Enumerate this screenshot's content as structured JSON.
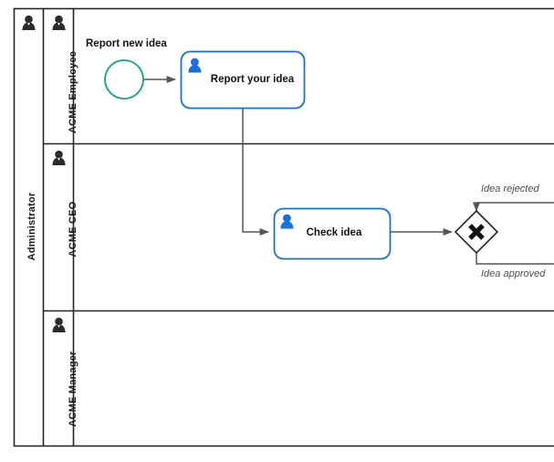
{
  "diagram": {
    "type": "bpmn-collaboration",
    "pool": {
      "name": "Administrator",
      "icon": "user-icon"
    },
    "lanes": [
      {
        "id": "lane-employee",
        "name": "ACME Employee",
        "icon": "user-icon"
      },
      {
        "id": "lane-ceo",
        "name": "ACME CEO",
        "icon": "user-icon"
      },
      {
        "id": "lane-manager",
        "name": "ACME Manager",
        "icon": "user-icon"
      }
    ],
    "events": [
      {
        "id": "start-event",
        "type": "start",
        "name": "Report new idea"
      }
    ],
    "tasks": [
      {
        "id": "task-report-idea",
        "type": "user-task",
        "name": "Report your idea",
        "lane": "ACME Employee",
        "icon": "user-task-icon"
      },
      {
        "id": "task-check-idea",
        "type": "user-task",
        "name": "Check idea",
        "lane": "ACME CEO",
        "icon": "user-task-icon"
      }
    ],
    "gateways": [
      {
        "id": "gateway-decision",
        "type": "exclusive",
        "name": "",
        "lane": "ACME CEO",
        "marker": "x-marker"
      }
    ],
    "flows": [
      {
        "id": "flow-start-to-report",
        "label": "",
        "from": "start-event",
        "to": "task-report-idea"
      },
      {
        "id": "flow-report-to-check",
        "label": "",
        "from": "task-report-idea",
        "to": "task-check-idea"
      },
      {
        "id": "flow-check-to-gateway",
        "label": "",
        "from": "task-check-idea",
        "to": "gateway-decision"
      },
      {
        "id": "flow-idea-rejected",
        "label": "Idea rejected",
        "from": "edge",
        "to": "gateway-decision"
      },
      {
        "id": "flow-idea-approved",
        "label": "Idea approved",
        "from": "gateway-decision",
        "to": "edge"
      }
    ],
    "colors": {
      "task_border": "#1a6fe0",
      "task_icon": "#1a6fe0",
      "start_event_border": "#0da57f",
      "gateway_stroke": "#262626",
      "connector": "#4d4d4d",
      "pool_border": "#262626",
      "text": "#131313",
      "flow_label_text": "#4d4d4d",
      "background": "#ffffff"
    }
  }
}
